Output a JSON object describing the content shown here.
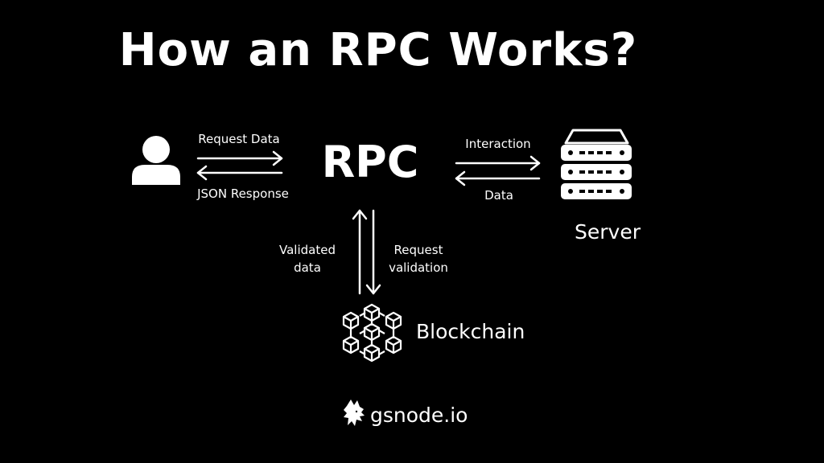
{
  "title": "How an RPC Works?",
  "nodes": {
    "rpc": "RPC",
    "server": "Server",
    "blockchain": "Blockchain"
  },
  "edges": {
    "request_data": "Request Data",
    "json_response": "JSON Response",
    "interaction": "Interaction",
    "data": "Data",
    "validated_data": "Validated\ndata",
    "request_validation": "Request\nvalidation"
  },
  "brand": "gsnode.io",
  "icons": {
    "user": "user-icon",
    "server": "server-icon",
    "blockchain": "blockchain-icon",
    "logo": "wolf-logo-icon"
  },
  "colors": {
    "background": "#000000",
    "foreground": "#ffffff"
  }
}
